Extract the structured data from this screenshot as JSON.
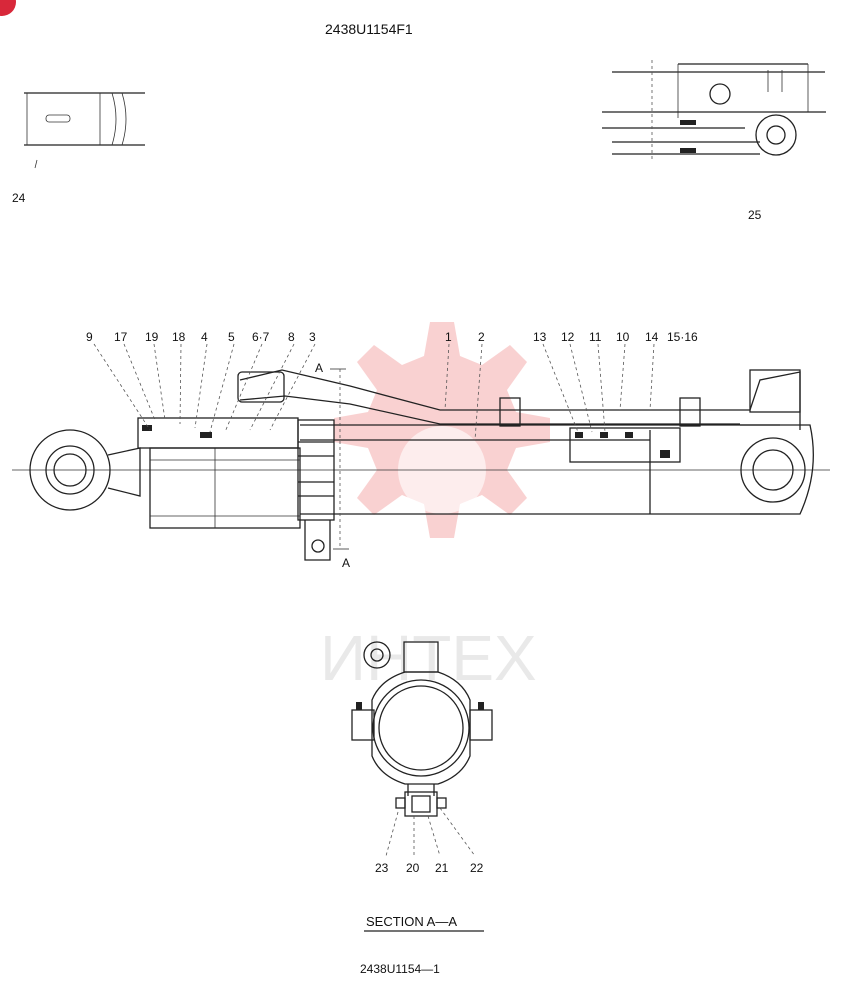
{
  "drawing_number_top": "2438U1154F1",
  "drawing_number_bottom": "2438U1154—1",
  "section_label": "SECTION  A—A",
  "section_marker": "A",
  "watermark_text": "ИНТЕХ",
  "part_labels": {
    "p1": "1",
    "p2": "2",
    "p3": "3",
    "p4": "4",
    "p5": "5",
    "p678": "6·7",
    "p8": "8",
    "p9": "9",
    "p10": "10",
    "p11": "11",
    "p12": "12",
    "p13": "13",
    "p14": "14",
    "p1516": "15·16",
    "p17": "17",
    "p18": "18",
    "p19": "19",
    "p20": "20",
    "p21": "21",
    "p22": "22",
    "p23": "23",
    "p24": "24",
    "p25": "25"
  },
  "colors": {
    "line": "#222222",
    "watermark": "#f29a9a",
    "corner_badge": "#d8283a"
  }
}
